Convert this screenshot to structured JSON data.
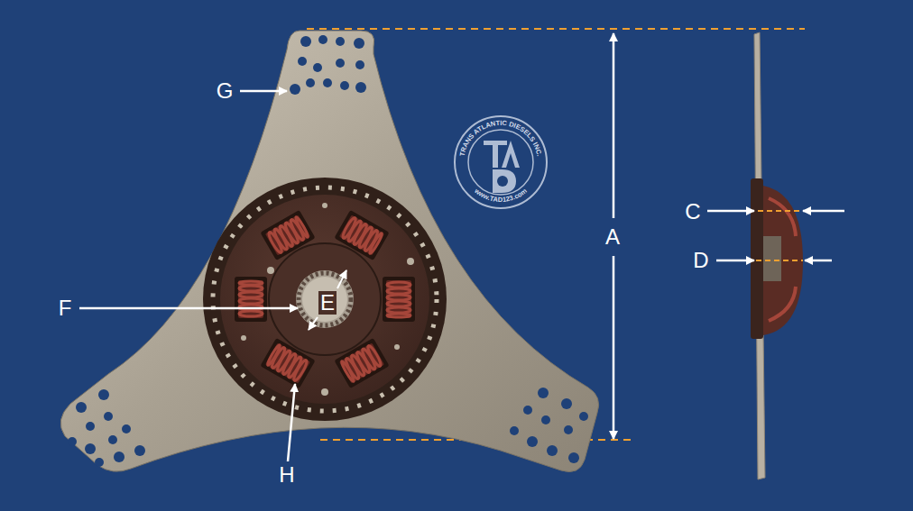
{
  "diagram": {
    "labels": [
      "G",
      "C",
      "D",
      "A",
      "F",
      "E",
      "H",
      "TRANS ATLANTIC DIESELS INC.",
      "www.TAD123.com"
    ]
  }
}
